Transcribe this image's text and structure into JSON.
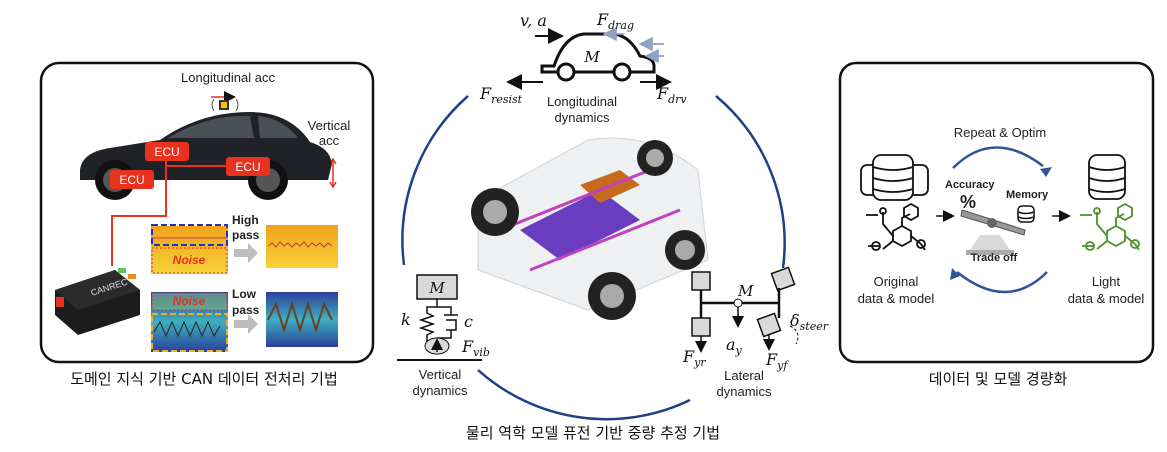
{
  "left_panel": {
    "caption": "도메인 지식 기반 CAN 데이터 전처리 기법",
    "longitudinal_acc": "Longitudinal acc",
    "vertical_acc_line1": "Vertical",
    "vertical_acc_line2": "acc",
    "ecu_labels": [
      "ECU",
      "ECU",
      "ECU"
    ],
    "device_label": "CANREC",
    "high_pass_line1": "High",
    "high_pass_line2": "pass",
    "low_pass_line1": "Low",
    "low_pass_line2": "pass",
    "noise_label": "Noise"
  },
  "center_panel": {
    "caption": "물리 역학 모델 퓨전 기반 중량 추정 기법",
    "longitudinal": {
      "mass": "M",
      "va": "v, a",
      "f_drag": "F",
      "f_drag_sub": "drag",
      "f_resist": "F",
      "f_resist_sub": "resist",
      "f_drv": "F",
      "f_drv_sub": "drv",
      "label_line1": "Longitudinal",
      "label_line2": "dynamics"
    },
    "vertical": {
      "mass": "M",
      "k": "k",
      "c": "c",
      "f_vib": "F",
      "f_vib_sub": "vib",
      "label_line1": "Vertical",
      "label_line2": "dynamics"
    },
    "lateral": {
      "mass": "M",
      "delta": "δ",
      "delta_sub": "steer",
      "fyr": "F",
      "fyr_sub": "yr",
      "ay": "a",
      "ay_sub": "y",
      "fyf": "F",
      "fyf_sub": "yf",
      "label_line1": "Lateral",
      "label_line2": "dynamics"
    }
  },
  "right_panel": {
    "caption": "데이터 및 모델 경량화",
    "repeat": "Repeat & Optim",
    "accuracy": "Accuracy",
    "percent": "%",
    "memory": "Memory",
    "trade_off": "Trade off",
    "original_line1": "Original",
    "original_line2": "data & model",
    "light_line1": "Light",
    "light_line2": "data & model"
  },
  "colors": {
    "ecu": "#e8321e",
    "arc": "#1f3f86",
    "green": "#4f8f2a",
    "blue_arrow": "#2f5597"
  }
}
